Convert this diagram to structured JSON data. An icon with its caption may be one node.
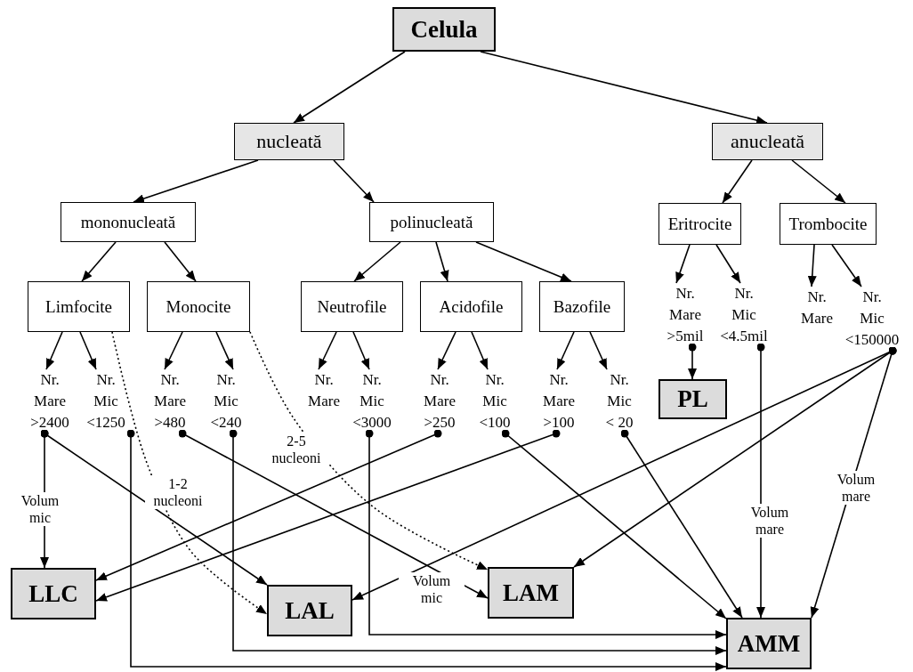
{
  "diagram": {
    "nodes": [
      {
        "text": [
          "Celula"
        ]
      },
      {
        "text": [
          "nucleată"
        ]
      },
      {
        "text": [
          "anucleată"
        ]
      },
      {
        "text": [
          "mononucleată"
        ]
      },
      {
        "text": [
          "polinucleată"
        ]
      },
      {
        "text": [
          "Eritrocite"
        ]
      },
      {
        "text": [
          "Trombocite"
        ]
      },
      {
        "text": [
          "Limfocite"
        ]
      },
      {
        "text": [
          "Monocite"
        ]
      },
      {
        "text": [
          "Neutrofile"
        ]
      },
      {
        "text": [
          "Acidofile"
        ]
      },
      {
        "text": [
          "Bazofile"
        ]
      },
      {
        "text": [
          "Nr. Mare >5mil"
        ]
      },
      {
        "text": [
          "Nr. Mic <4.5mil"
        ]
      },
      {
        "text": [
          "Nr. Mare"
        ]
      },
      {
        "text": [
          "Nr. Mic <150000"
        ]
      },
      {
        "text": [
          "Nr. Mare >2400"
        ]
      },
      {
        "text": [
          "Nr. Mic <1250"
        ]
      },
      {
        "text": [
          "Nr. Mare >480"
        ]
      },
      {
        "text": [
          "Nr. Mic <240"
        ]
      },
      {
        "text": [
          "Nr. Mare"
        ]
      },
      {
        "text": [
          "Nr. Mic <3000"
        ]
      },
      {
        "text": [
          "Nr. Mare >250"
        ]
      },
      {
        "text": [
          "Nr. Mic <100"
        ]
      },
      {
        "text": [
          "Nr. Mare >100"
        ]
      },
      {
        "text": [
          "Nr. Mic < 20"
        ]
      },
      {
        "text": [
          "PL"
        ]
      },
      {
        "text": [
          "LLC"
        ]
      },
      {
        "text": [
          "LAL"
        ]
      },
      {
        "text": [
          "LAM"
        ]
      },
      {
        "text": [
          "AMM"
        ]
      }
    ],
    "edges": [
      {
        "from": 0,
        "to": 1,
        "arrow": "to"
      },
      {
        "from": 0,
        "to": 2,
        "arrow": "to"
      },
      {
        "from": 1,
        "to": 3,
        "arrow": "to"
      },
      {
        "from": 1,
        "to": 4,
        "arrow": "to"
      },
      {
        "from": 2,
        "to": 5,
        "arrow": "to"
      },
      {
        "from": 2,
        "to": 6,
        "arrow": "to"
      },
      {
        "from": 3,
        "to": 7,
        "arrow": "to"
      },
      {
        "from": 3,
        "to": 8,
        "arrow": "to"
      },
      {
        "from": 4,
        "to": 9,
        "arrow": "to"
      },
      {
        "from": 4,
        "to": 10,
        "arrow": "to"
      },
      {
        "from": 4,
        "to": 11,
        "arrow": "to"
      },
      {
        "from": 5,
        "to": 12,
        "arrow": "to"
      },
      {
        "from": 5,
        "to": 13,
        "arrow": "to"
      },
      {
        "from": 6,
        "to": 14,
        "arrow": "to"
      },
      {
        "from": 6,
        "to": 15,
        "arrow": "to"
      },
      {
        "from": 7,
        "to": 16,
        "arrow": "to"
      },
      {
        "from": 7,
        "to": 17,
        "arrow": "to"
      },
      {
        "from": 8,
        "to": 18,
        "arrow": "to"
      },
      {
        "from": 8,
        "to": 19,
        "arrow": "to"
      },
      {
        "from": 9,
        "to": 20,
        "arrow": "to"
      },
      {
        "from": 9,
        "to": 21,
        "arrow": "to"
      },
      {
        "from": 10,
        "to": 22,
        "arrow": "to"
      },
      {
        "from": 10,
        "to": 23,
        "arrow": "to"
      },
      {
        "from": 11,
        "to": 24,
        "arrow": "to"
      },
      {
        "from": 11,
        "to": 25,
        "arrow": "to"
      },
      {
        "from": 12,
        "to": 26,
        "arrow": "to"
      },
      {
        "from": 16,
        "to": 27,
        "arrow": "to",
        "label": "Volum mic"
      },
      {
        "from": 16,
        "to": 28,
        "arrow": "to"
      },
      {
        "from": 17,
        "to": 30,
        "arrow": "to"
      },
      {
        "from": 18,
        "to": 29,
        "arrow": "to",
        "label": "Volum mic"
      },
      {
        "from": 19,
        "to": 30,
        "arrow": "to"
      },
      {
        "from": 21,
        "to": 30,
        "arrow": "to"
      },
      {
        "from": 22,
        "to": 27,
        "arrow": "to"
      },
      {
        "from": 23,
        "to": 30,
        "arrow": "to"
      },
      {
        "from": 24,
        "to": 27,
        "arrow": "to"
      },
      {
        "from": 25,
        "to": 30,
        "arrow": "to"
      },
      {
        "from": 13,
        "to": 30,
        "arrow": "to",
        "label": "Volum mare"
      },
      {
        "from": 15,
        "to": 28,
        "arrow": "to"
      },
      {
        "from": 15,
        "to": 29,
        "arrow": "to"
      },
      {
        "from": 15,
        "to": 30,
        "arrow": "to",
        "label": "Volum mare"
      },
      {
        "from": 7,
        "to": 28,
        "arrow": "to",
        "style": "dashed",
        "label": "1-2 nucleoni"
      },
      {
        "from": 8,
        "to": 29,
        "arrow": "to",
        "style": "dashed",
        "label": "2-5 nucleoni"
      }
    ]
  }
}
